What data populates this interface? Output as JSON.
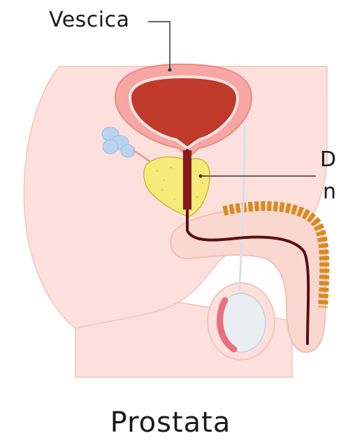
{
  "labels": {
    "bladder": "Vescica",
    "right_line1": "D",
    "right_line2": "n"
  },
  "title": "Prostata",
  "colors": {
    "skin": "#fde0dc",
    "skin_outline": "#f3c4bc",
    "bladder_outer": "#f7a6a3",
    "bladder_inner": "#c0392b",
    "prostate": "#f8ea78",
    "seminal_vesicle": "#b9d4ef",
    "corpus": "#d88a1e",
    "urethra": "#5a0f12",
    "testis": "#e9eef2",
    "epididymis": "#ea6f7f"
  }
}
